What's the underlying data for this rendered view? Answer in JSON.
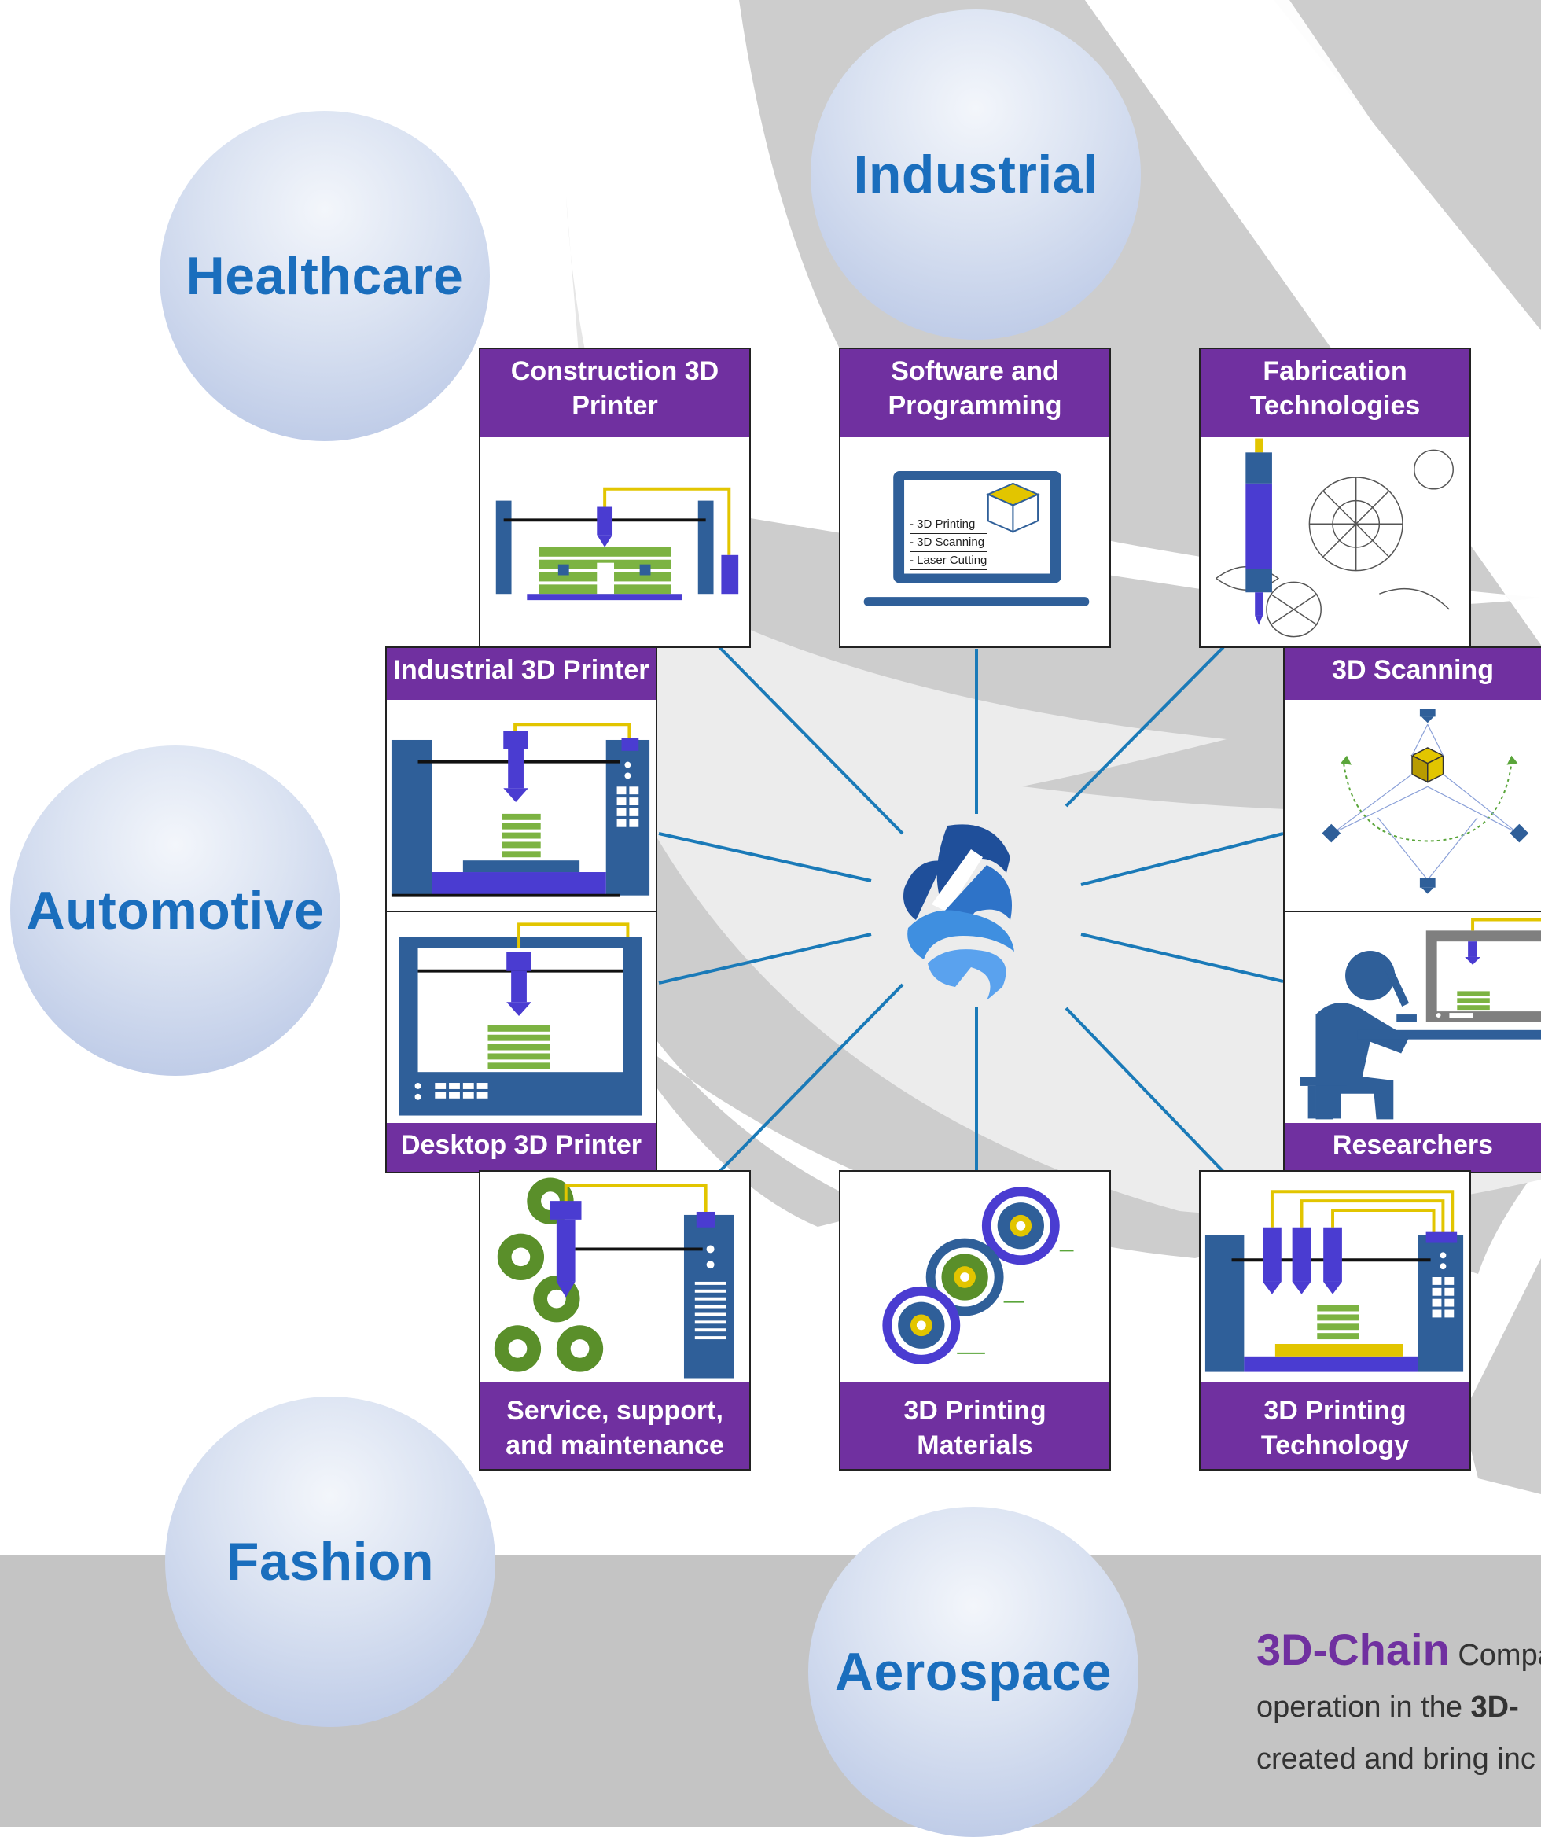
{
  "diagram": {
    "sectors": [
      {
        "label": "Healthcare"
      },
      {
        "label": "Industrial"
      },
      {
        "label": "Automotive"
      },
      {
        "label": "Fashion"
      },
      {
        "label": "Aerospace"
      }
    ],
    "cards": {
      "construction": {
        "title": "Construction 3D Printer"
      },
      "software": {
        "title": "Software and Programming",
        "list": [
          "- 3D Printing",
          "- 3D Scanning",
          "- Laser Cutting"
        ]
      },
      "fabrication": {
        "title": "Fabrication Technologies"
      },
      "industrial_printer": {
        "title": "Industrial 3D Printer"
      },
      "scanning": {
        "title": "3D Scanning"
      },
      "desktop_printer": {
        "title": "Desktop 3D Printer"
      },
      "researchers": {
        "title": "Researchers"
      },
      "service": {
        "title": "Service, support, and maintenance"
      },
      "materials": {
        "title": "3D Printing Materials"
      },
      "technology": {
        "title": "3D Printing Technology"
      }
    },
    "description": {
      "brand": "3D-Chain",
      "line1_rest": " Compa",
      "line2_start": "operation in the ",
      "line2_bold": "3D-",
      "line3": "created and bring inc"
    },
    "colors": {
      "sector_text": "#1a6ebd",
      "card_header": "#7030a0",
      "connector": "#1a7ab8",
      "logo_blue": "#3f8fe0"
    }
  }
}
